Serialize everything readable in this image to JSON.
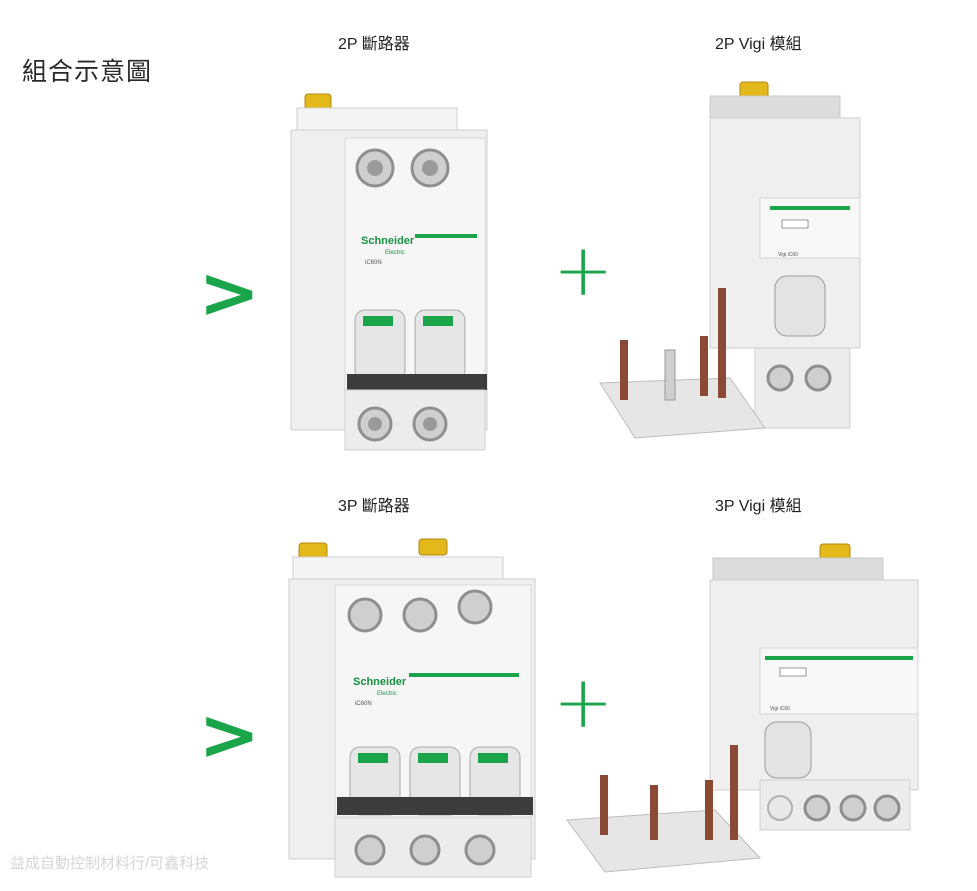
{
  "page": {
    "title": "組合示意圖",
    "watermark": "益成自動控制材料行/可鑫科技"
  },
  "rows": [
    {
      "breaker_label": "2P 斷路器",
      "module_label": "2P Vigi 模組",
      "brand": "Schneider",
      "brand_sub": "Electric",
      "breaker_model": "iC60N",
      "module_model": "Vigi iC60"
    },
    {
      "breaker_label": "3P 斷路器",
      "module_label": "3P Vigi 模組",
      "brand": "Schneider",
      "brand_sub": "Electric",
      "breaker_model": "iC60N",
      "module_model": "Vigi iC60"
    }
  ],
  "colors": {
    "accent": "#1aa54b",
    "device_body": "#efefef",
    "handle_bar": "#3c3c3c",
    "clip": "#e3b81b",
    "busbar": "#8a4a35"
  }
}
